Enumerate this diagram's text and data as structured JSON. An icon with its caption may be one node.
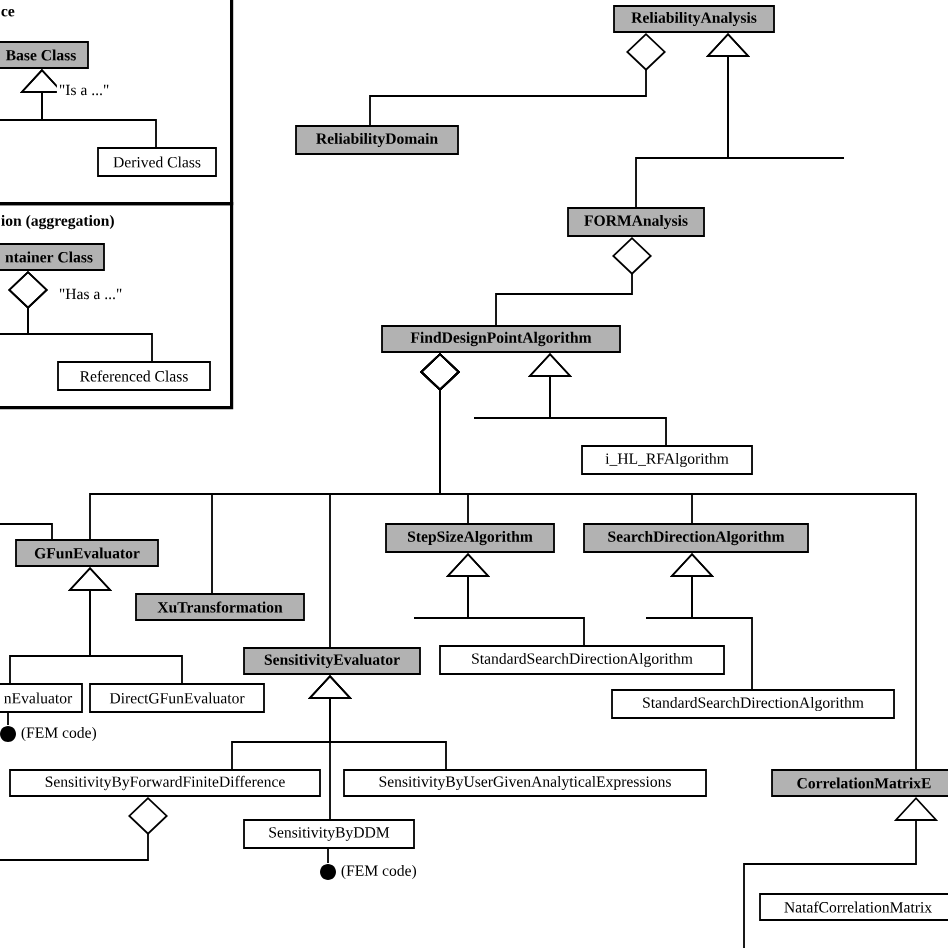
{
  "diagram": {
    "nodes": [
      {
        "text": [
          "ce"
        ]
      },
      {
        "text": [
          "Base Class"
        ],
        "in": 0
      },
      {
        "text": [
          "Derived Class"
        ],
        "in": 0
      },
      {
        "text": [
          "ion (aggregation)"
        ]
      },
      {
        "text": [
          "ntainer Class"
        ],
        "in": 3
      },
      {
        "text": [
          "Referenced Class"
        ],
        "in": 3
      },
      {
        "text": [
          "ReliabilityAnalysis"
        ]
      },
      {
        "text": [
          "ReliabilityDomain"
        ]
      },
      {
        "text": [
          "FORMAnalysis"
        ]
      },
      {
        "text": [
          "FindDesignPointAlgorithm"
        ]
      },
      {
        "text": [
          "i_HL_RFAlgorithm"
        ]
      },
      {
        "text": [
          "GFunEvaluator"
        ]
      },
      {
        "text": [
          "XuTransformation"
        ]
      },
      {
        "text": [
          "StepSizeAlgorithm"
        ]
      },
      {
        "text": [
          "SearchDirectionAlgorithm"
        ]
      },
      {
        "text": [
          "SensitivityEvaluator"
        ]
      },
      {
        "text": [
          "nEvaluator"
        ]
      },
      {
        "text": [
          "DirectGFunEvaluator"
        ]
      },
      {
        "text": [],
        "shape": "circle",
        "beside": [
          "(FEM code)"
        ]
      },
      {
        "text": [
          "StandardSearchDirectionAlgorithm"
        ]
      },
      {
        "text": [
          "StandardSearchDirectionAlgorithm"
        ]
      },
      {
        "text": [
          "SensitivityByForwardFiniteDifference"
        ]
      },
      {
        "text": [
          "SensitivityByUserGivenAnalyticalExpressions"
        ]
      },
      {
        "text": [
          "SensitivityByDDM"
        ]
      },
      {
        "text": [],
        "shape": "circle",
        "beside": [
          "(FEM code)"
        ]
      },
      {
        "text": [
          "CorrelationMatrixE"
        ]
      },
      {
        "text": [
          "NatafCorrelationMatrix"
        ]
      }
    ],
    "edges": [
      {
        "from": 2,
        "to": 1,
        "arrow": "to",
        "label": "\"Is a ...\""
      },
      {
        "from": null,
        "to": 1,
        "arrow": "to"
      },
      {
        "from": 5,
        "to": 4,
        "arrow": "other",
        "label": "\"Has a ...\""
      },
      {
        "from": null,
        "to": 4,
        "arrow": "other"
      },
      {
        "from": 7,
        "to": 6,
        "arrow": "other"
      },
      {
        "from": 8,
        "to": 6,
        "arrow": "to"
      },
      {
        "from": null,
        "to": 6,
        "arrow": "to"
      },
      {
        "from": 9,
        "to": 8,
        "arrow": "other"
      },
      {
        "from": 10,
        "to": 9,
        "arrow": "to"
      },
      {
        "from": null,
        "to": 9,
        "arrow": "to"
      },
      {
        "from": 11,
        "to": 9,
        "arrow": "other"
      },
      {
        "from": 12,
        "to": 9,
        "arrow": "other"
      },
      {
        "from": 15,
        "to": 9,
        "arrow": "other"
      },
      {
        "from": 13,
        "to": 9,
        "arrow": "other"
      },
      {
        "from": 14,
        "to": 9,
        "arrow": "other"
      },
      {
        "from": 25,
        "to": 9,
        "arrow": "other"
      },
      {
        "from": null,
        "to": 11,
        "arrow": "none"
      },
      {
        "from": 16,
        "to": 11,
        "arrow": "to"
      },
      {
        "from": 17,
        "to": 11,
        "arrow": "to"
      },
      {
        "from": 16,
        "to": 18,
        "arrow": "none"
      },
      {
        "from": 19,
        "to": 13,
        "arrow": "to"
      },
      {
        "from": null,
        "to": 13,
        "arrow": "to"
      },
      {
        "from": 20,
        "to": 14,
        "arrow": "to"
      },
      {
        "from": null,
        "to": 14,
        "arrow": "to"
      },
      {
        "from": 21,
        "to": 15,
        "arrow": "to"
      },
      {
        "from": 22,
        "to": 15,
        "arrow": "to"
      },
      {
        "from": 23,
        "to": 15,
        "arrow": "to"
      },
      {
        "from": null,
        "to": 21,
        "arrow": "other"
      },
      {
        "from": 23,
        "to": 24,
        "arrow": "none"
      },
      {
        "from": null,
        "to": 25,
        "arrow": "to"
      }
    ]
  }
}
